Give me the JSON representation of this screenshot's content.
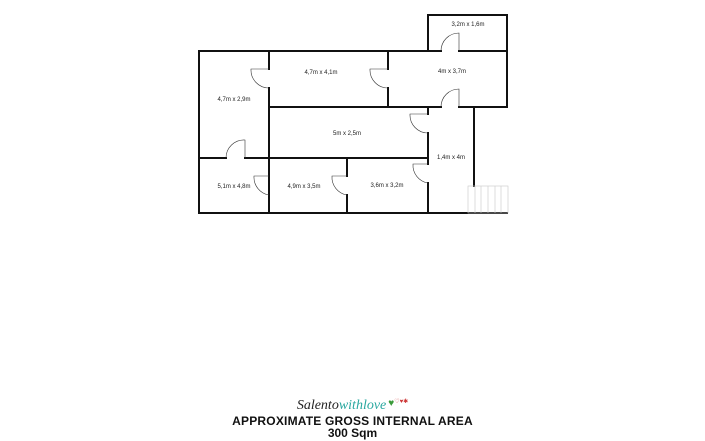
{
  "floorplan": {
    "rooms": [
      {
        "id": "room-small-top",
        "label": "3,2m x 1,6m"
      },
      {
        "id": "room-top-middle",
        "label": "4,7m x 4,1m"
      },
      {
        "id": "room-top-right",
        "label": "4m x 3,7m"
      },
      {
        "id": "room-left",
        "label": "4,7m x 2,9m"
      },
      {
        "id": "room-center",
        "label": "5m x 2,5m"
      },
      {
        "id": "room-corridor",
        "label": "1,4m x 4m"
      },
      {
        "id": "room-bottom-left",
        "label": "5,1m x 4,8m"
      },
      {
        "id": "room-bottom-middle",
        "label": "4,9m x 3,5m"
      },
      {
        "id": "room-bottom-right",
        "label": "3,6m x 3,2m"
      }
    ],
    "colors": {
      "wall": "#111111",
      "stairs": "#cccccc"
    }
  },
  "footer": {
    "brand_prefix": "Salento",
    "brand_suffix": "withlove",
    "title": "APPROXIMATE GROSS INTERNAL AREA",
    "area": "300 Sqm"
  }
}
